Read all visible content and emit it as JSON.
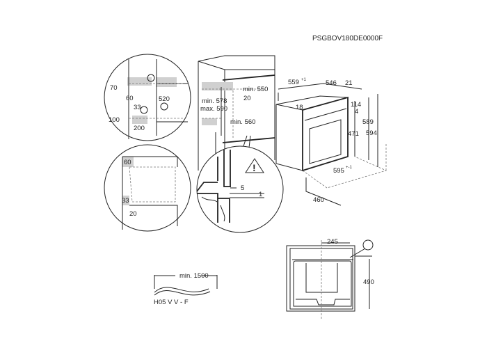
{
  "title": "PSGBOV180DE0000F",
  "detail_top": {
    "d70": "70",
    "d60": "60",
    "d520": "520",
    "d33": "33",
    "d100": "100",
    "d200": "200"
  },
  "cabinet": {
    "min578": "min. 578",
    "max590": "max. 590",
    "min550": "min. 550",
    "d20": "20",
    "min560": "min. 560"
  },
  "oven": {
    "d559": "559",
    "d559_tol": "+1",
    "d546": "546",
    "d21": "21",
    "d18": "18",
    "d114": "114",
    "d4": "4",
    "d471": "471",
    "d589": "589",
    "d594": "594",
    "d595": "595",
    "d595_tol": "+-1",
    "d460": "460"
  },
  "detail_bottom": {
    "d60": "60",
    "d33": "33",
    "d20": "20"
  },
  "detail_mount": {
    "d5": "5",
    "d1": "1"
  },
  "cable": {
    "length": "min. 1500",
    "type": "H05 V V - F"
  },
  "rear_view": {
    "d245": "245",
    "d490": "490"
  }
}
